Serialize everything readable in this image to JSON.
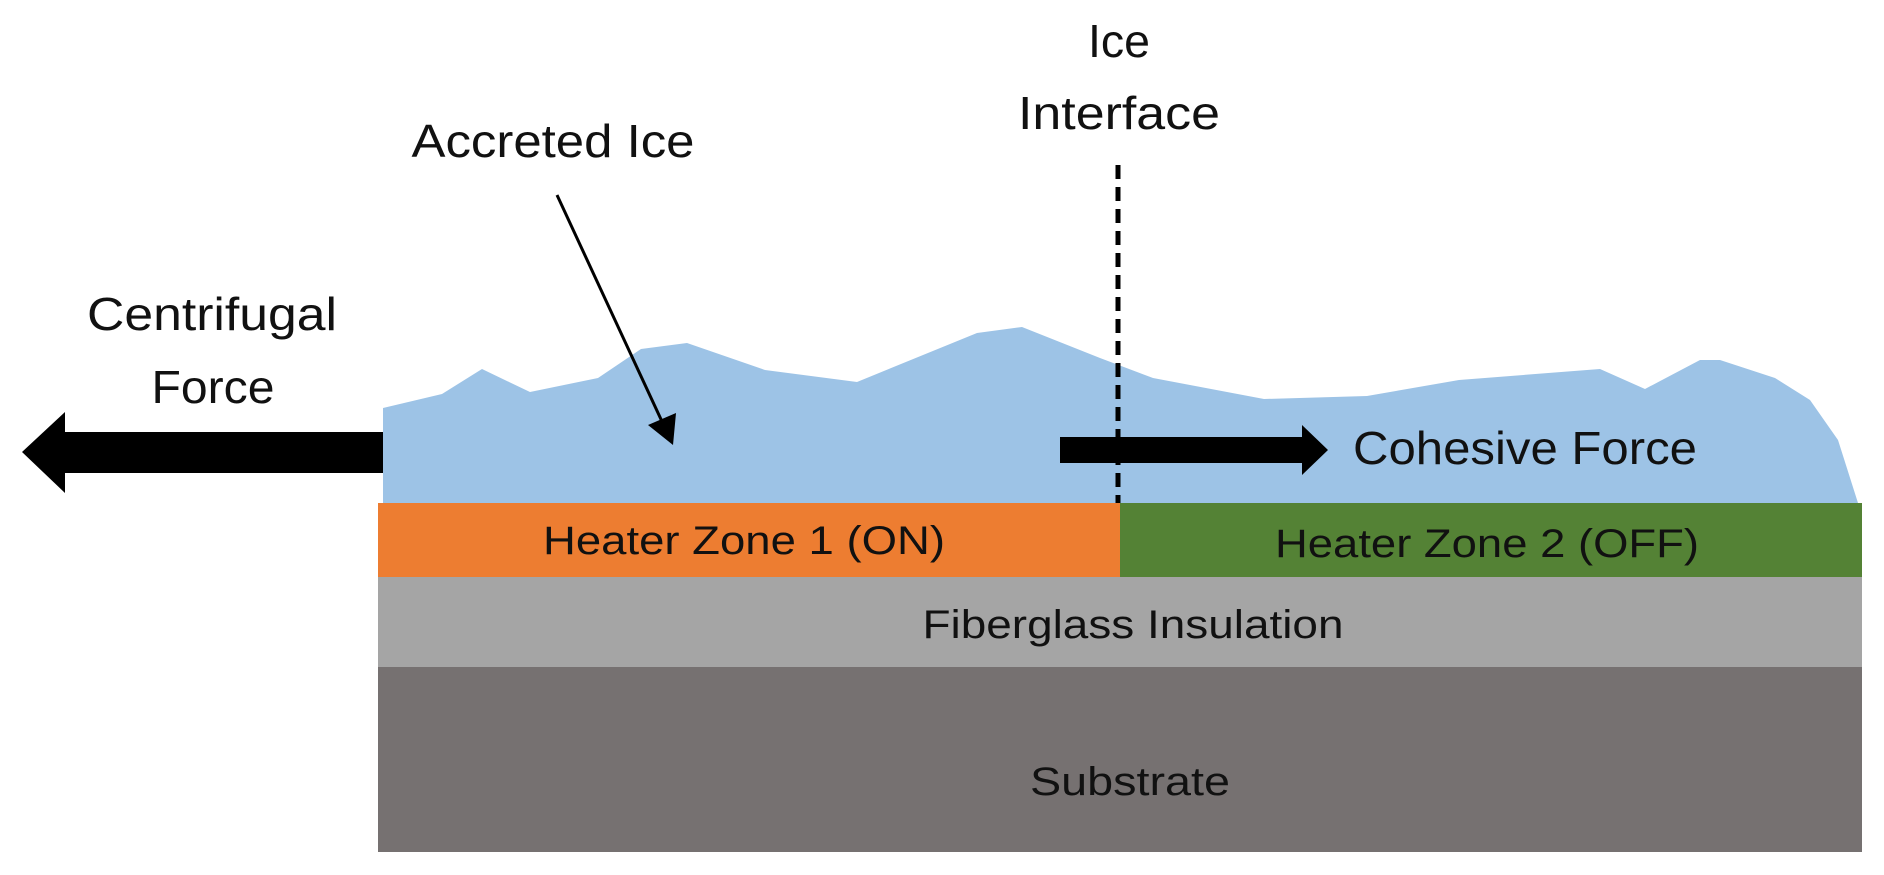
{
  "diagram": {
    "title": "Ice shedding forces over heater zones",
    "labels": {
      "ice_interface_line1": "Ice",
      "ice_interface_line2": "Interface",
      "accreted_ice": "Accreted Ice",
      "centrifugal_line1": "Centrifugal",
      "centrifugal_line2": "Force",
      "cohesive_force": "Cohesive Force"
    },
    "layers": {
      "heater_zone_1": {
        "label": "Heater Zone 1 (ON)",
        "state": "ON",
        "color": "#ED7D31"
      },
      "heater_zone_2": {
        "label": "Heater Zone 2 (OFF)",
        "state": "OFF",
        "color": "#548235"
      },
      "fiberglass": {
        "label": "Fiberglass Insulation",
        "color": "#A5A5A5"
      },
      "substrate": {
        "label": "Substrate",
        "color": "#767171"
      },
      "ice": {
        "label": "Accreted Ice",
        "color": "#9DC3E6"
      }
    },
    "arrows": {
      "centrifugal": {
        "direction": "left",
        "color": "#000000"
      },
      "cohesive": {
        "direction": "right",
        "color": "#000000"
      },
      "accreted_pointer": {
        "color": "#000000"
      }
    }
  }
}
